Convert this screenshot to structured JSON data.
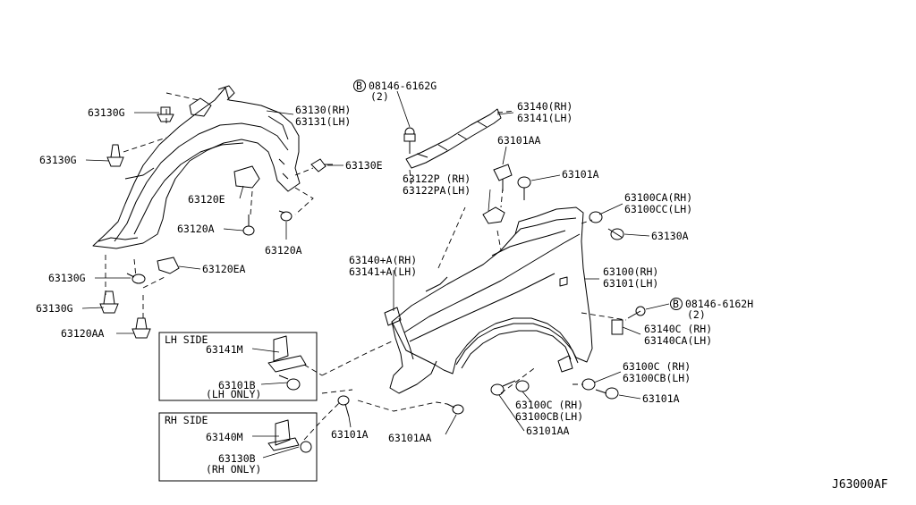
{
  "diagram_code": "J63000AF",
  "callouts": {
    "c_63130g_1": "63130G",
    "c_63130g_2": "63130G",
    "c_63130g_3": "63130G",
    "c_63130g_4": "63130G",
    "c_63130_rh": "63130(RH)",
    "c_63131_lh": "63131(LH)",
    "c_63130e": "63130E",
    "c_63120e": "63120E",
    "c_63120a_1": "63120A",
    "c_63120a_2": "63120A",
    "c_63120ea": "63120EA",
    "c_63120aa": "63120AA",
    "c_08146_6162g": "08146-6162G",
    "c_qty_g": "(2)",
    "c_63140_rh": "63140(RH)",
    "c_63141_lh": "63141(LH)",
    "c_63101aa_top": "63101AA",
    "c_63101a_top": "63101A",
    "c_63122p_rh": "63122P (RH)",
    "c_63122pa_lh": "63122PA(LH)",
    "c_63100ca_rh": "63100CA(RH)",
    "c_63100cc_lh": "63100CC(LH)",
    "c_63130a": "63130A",
    "c_63140a_rh": "63140+A(RH)",
    "c_63141a_lh": "63141+A(LH)",
    "c_63100_rh": "63100(RH)",
    "c_63101_lh": "63101(LH)",
    "c_08146_6162h": "08146-6162H",
    "c_qty_h": "(2)",
    "c_63140c_rh": "63140C (RH)",
    "c_63140ca_lh": "63140CA(LH)",
    "c_63100c_rh_r": "63100C (RH)",
    "c_63100cb_lh_r": "63100CB(LH)",
    "c_63101a_r": "63101A",
    "c_63100c_rh_b": "63100C (RH)",
    "c_63100cb_lh_b": "63100CB(LH)",
    "c_63101aa_b": "63101AA",
    "c_63101a_b": "63101A",
    "c_63101aa_b2": "63101AA"
  },
  "bolt_marker": "B",
  "lh_box": {
    "title": "LH SIDE",
    "part": "63141M",
    "bolt": "63101B",
    "note": "(LH ONLY)"
  },
  "rh_box": {
    "title": "RH SIDE",
    "part": "63140M",
    "bolt": "63130B",
    "note": "(RH ONLY)"
  }
}
